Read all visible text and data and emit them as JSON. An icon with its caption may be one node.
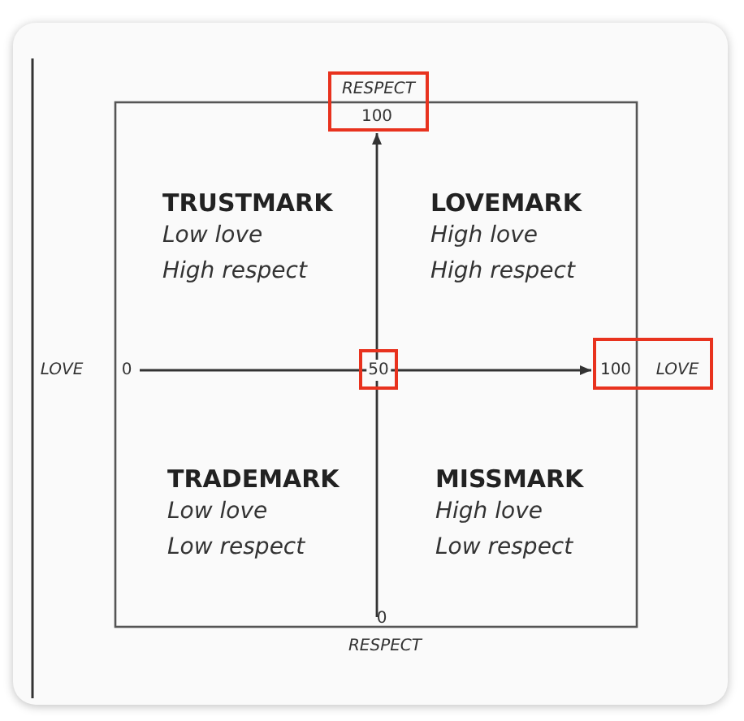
{
  "diagram": {
    "nodes": [
      {
        "text": [
          "TRUSTMARK",
          "Low love",
          "High respect"
        ]
      },
      {
        "text": [
          "LOVEMARK",
          "High love",
          "High respect"
        ]
      },
      {
        "text": [
          "TRADEMARK",
          "Low love",
          "Low respect"
        ]
      },
      {
        "text": [
          "MISSMARK",
          "High love",
          "Low respect"
        ]
      }
    ],
    "labels": [
      "RESPECT",
      "100",
      "LOVE",
      "0",
      "50",
      "100",
      "LOVE",
      "0",
      "RESPECT"
    ]
  }
}
